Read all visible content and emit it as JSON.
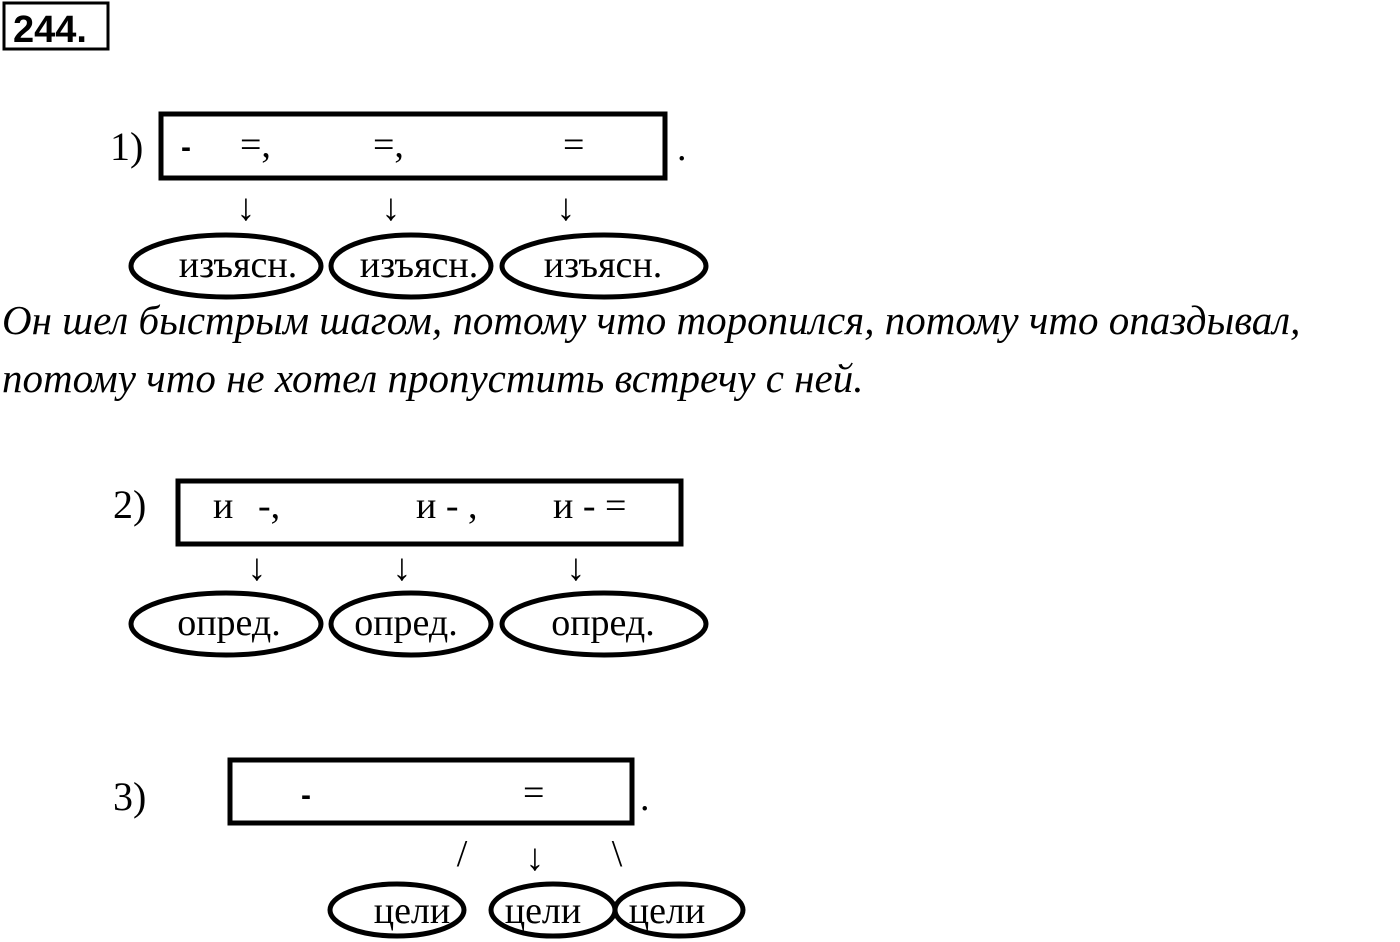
{
  "exercise_number": "244.",
  "sentence": {
    "line1": "Он шел быстрым шагом, потому что торопился, потому что опаздывал,",
    "line2": "потому что не хотел пропустить встречу с ней."
  },
  "schemes": [
    {
      "label": "1)",
      "box_symbols": [
        "-",
        "=,",
        "=,",
        "="
      ],
      "trailing": ".",
      "connectors": [
        "↓",
        "↓",
        "↓"
      ],
      "ovals": [
        "изъясн.",
        "изъясн.",
        "изъясн."
      ]
    },
    {
      "label": "2)",
      "box_symbols": [
        "и",
        "-,",
        "и - ,",
        "и - ="
      ],
      "trailing": "",
      "connectors": [
        "↓",
        "↓",
        "↓"
      ],
      "ovals": [
        "опред.",
        "опред.",
        "опред."
      ]
    },
    {
      "label": "3)",
      "box_symbols": [
        "-",
        "="
      ],
      "trailing": ".",
      "connectors": [
        "/",
        "↓",
        "\\"
      ],
      "ovals": [
        "цели",
        "цели",
        "цели"
      ]
    }
  ]
}
